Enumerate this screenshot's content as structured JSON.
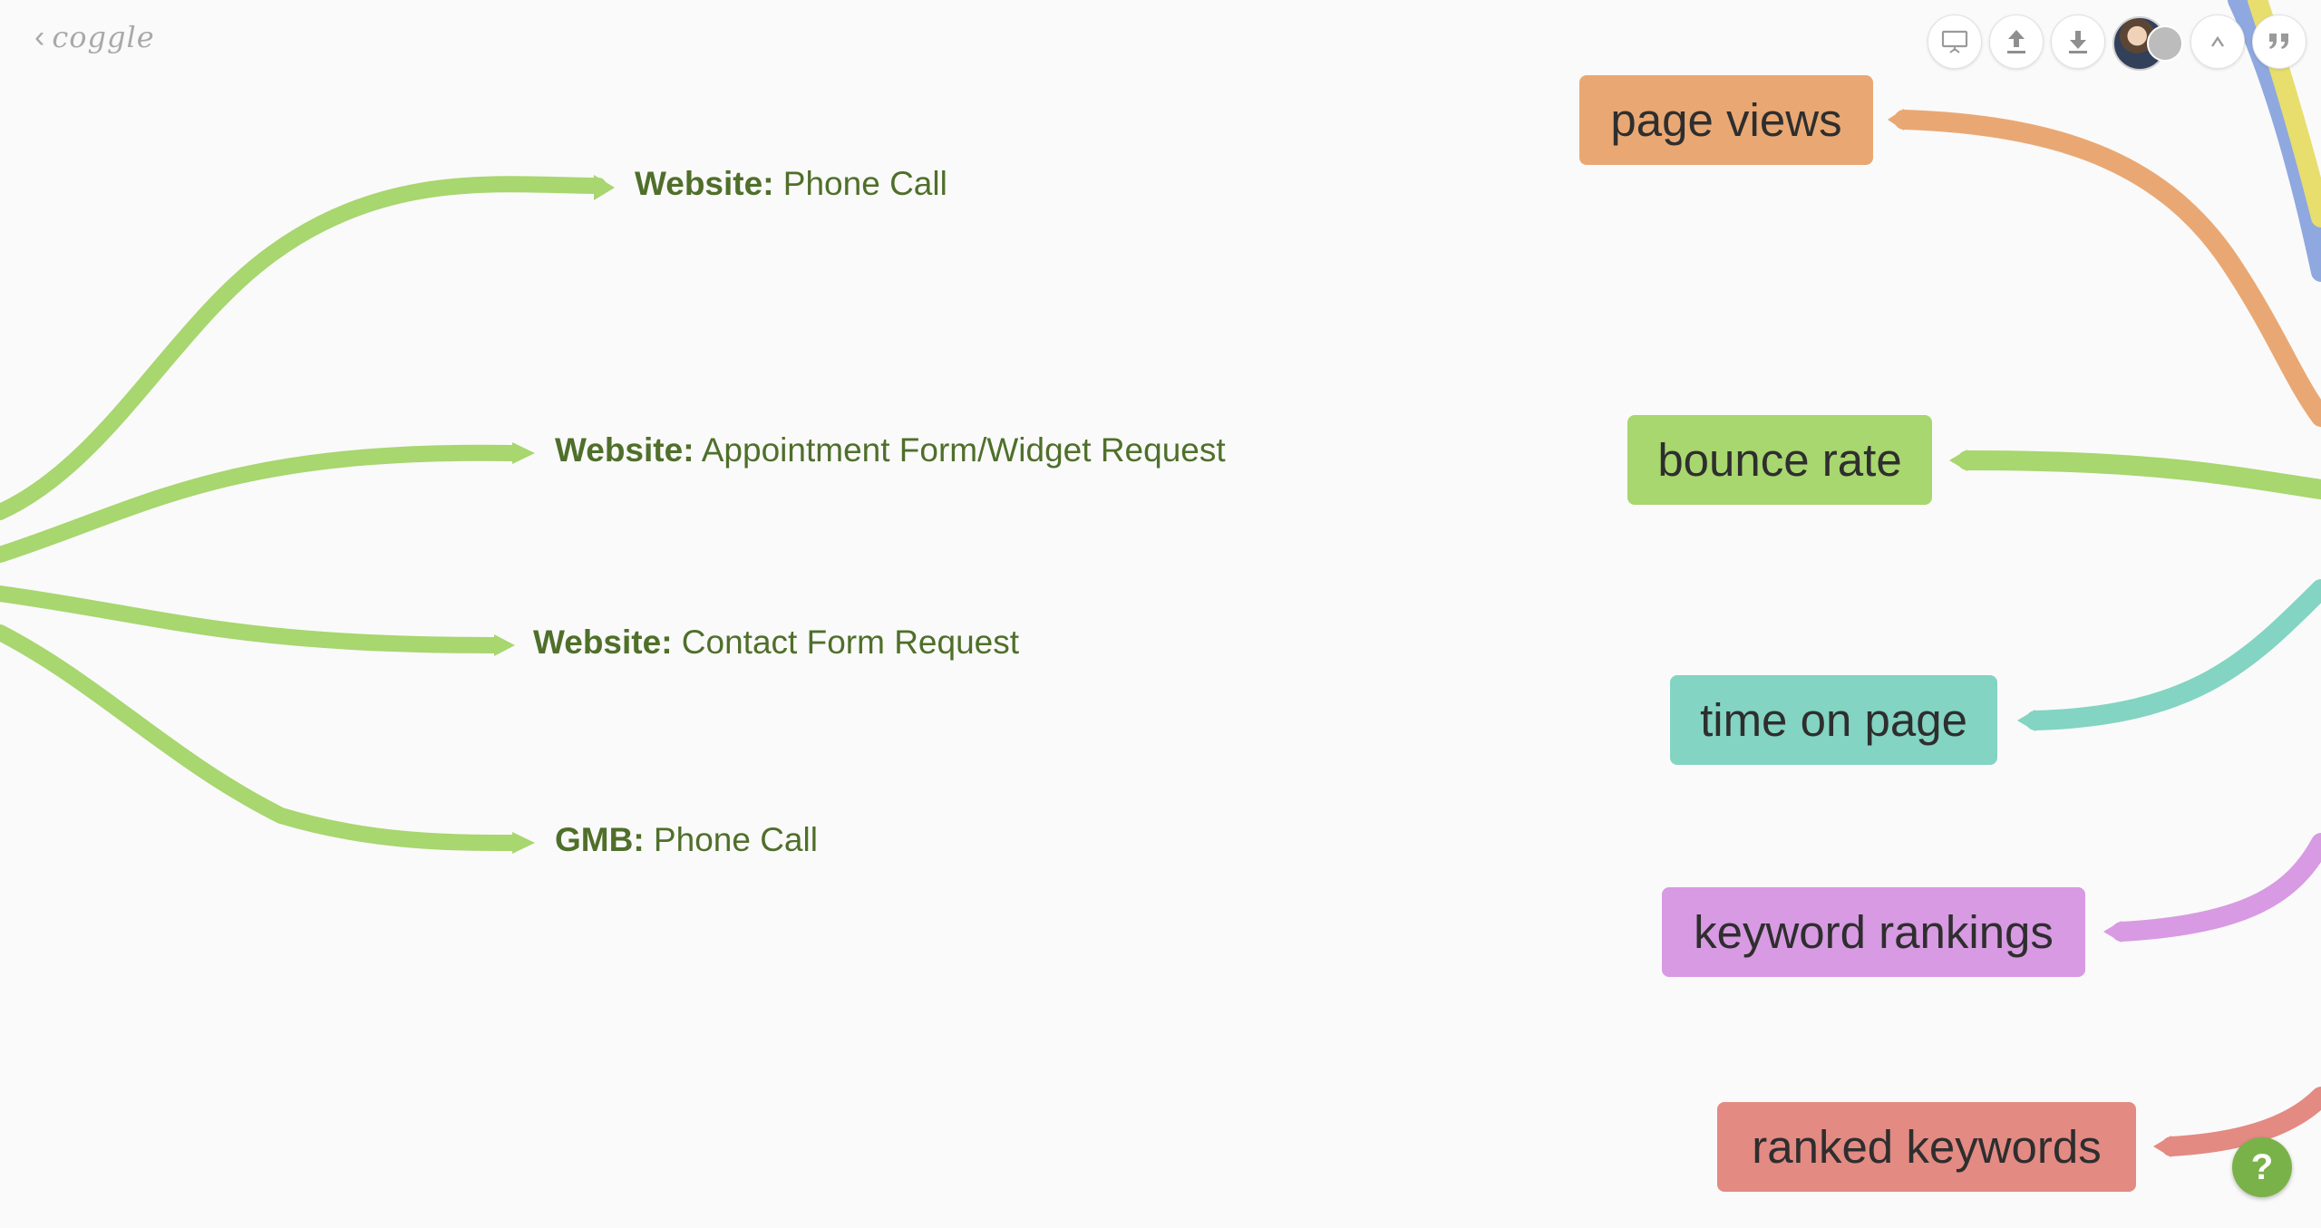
{
  "app": {
    "logo_text": "coggle",
    "back_icon": "chevron-left-icon"
  },
  "toolbar": {
    "buttons": [
      {
        "name": "present",
        "icon": "monitor-icon"
      },
      {
        "name": "share",
        "icon": "upload-icon"
      },
      {
        "name": "download",
        "icon": "download-icon"
      },
      {
        "name": "collaborators",
        "icon": "avatar"
      },
      {
        "name": "collapse",
        "icon": "chevron-up-icon"
      },
      {
        "name": "comments",
        "icon": "quote-icon"
      }
    ]
  },
  "left_branches": [
    {
      "bold": "Website:",
      "text": " Phone Call"
    },
    {
      "bold": "Website:",
      "text": " Appointment Form/Widget Request"
    },
    {
      "bold": "Website:",
      "text": " Contact Form Request"
    },
    {
      "bold": "GMB:",
      "text": " Phone Call"
    }
  ],
  "right_nodes": [
    {
      "label": "page views",
      "color": "#e9a873"
    },
    {
      "label": "bounce rate",
      "color": "#a8d66f"
    },
    {
      "label": "time on page",
      "color": "#83d4c2"
    },
    {
      "label": "keyword rankings",
      "color": "#d89ae3"
    },
    {
      "label": "ranked keywords",
      "color": "#e38a83"
    }
  ],
  "colors": {
    "branch_green": "#a8d66f",
    "label_green": "#4f6f2a",
    "top_blue": "#8fa8e0",
    "top_yellow": "#e8de6e"
  },
  "help": {
    "label": "?"
  }
}
